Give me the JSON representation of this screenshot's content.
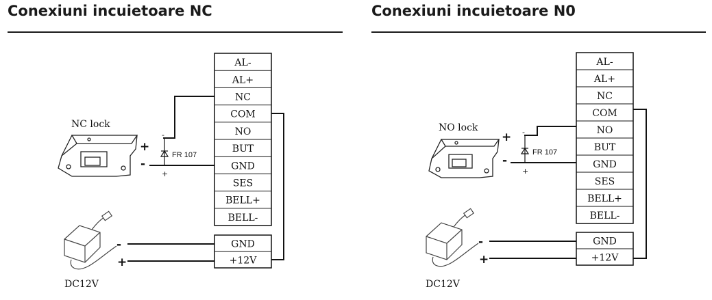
{
  "left": {
    "title": "Conexiuni incuietoare NC",
    "lock_label": "NC lock",
    "terminals": [
      "AL-",
      "AL+",
      "NC",
      "COM",
      "NO",
      "BUT",
      "GND",
      "SES",
      "BELL+",
      "BELL-"
    ],
    "power_terminals": [
      "GND",
      "+12V"
    ],
    "diode_label": "FR 107",
    "psu_label": "DC12V"
  },
  "right": {
    "title": "Conexiuni incuietoare N0",
    "lock_label": "NO lock",
    "terminals": [
      "AL-",
      "AL+",
      "NC",
      "COM",
      "NO",
      "BUT",
      "GND",
      "SES",
      "BELL+",
      "BELL-"
    ],
    "power_terminals": [
      "GND",
      "+12V"
    ],
    "diode_label": "FR 107",
    "psu_label": "DC12V"
  },
  "signs": {
    "plus": "+",
    "minus": "-"
  }
}
